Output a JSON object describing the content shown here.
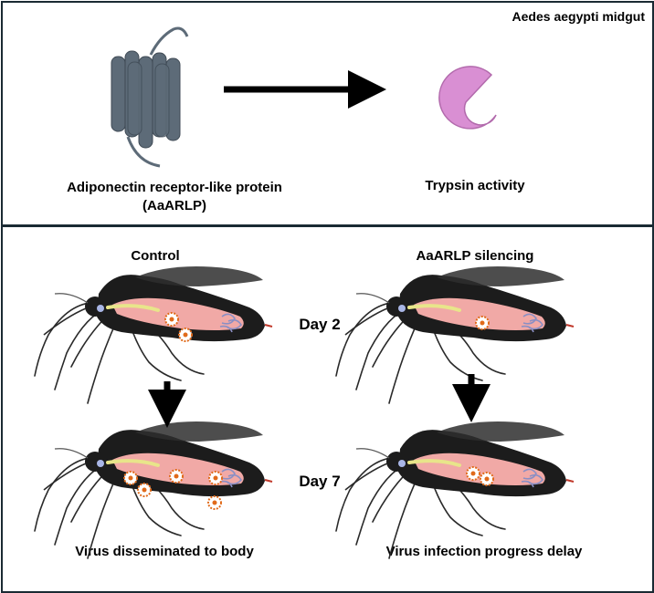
{
  "top_panel": {
    "corner_label": "Aedes aegypti midgut",
    "receptor_label_line1": "Adiponectin receptor-like protein",
    "receptor_label_line2": "(AaARLP)",
    "enzyme_label": "Trypsin activity"
  },
  "bottom_panel": {
    "control_label": "Control",
    "silencing_label": "AaARLP silencing",
    "day2_label": "Day 2",
    "day7_label": "Day 7",
    "control_outcome": "Virus disseminated to body",
    "silencing_outcome": "Virus infection progress delay"
  },
  "colors": {
    "border": "#1a2a33",
    "receptor": "#5d6b78",
    "enzyme": "#d98fd3",
    "mosquito_body": "#1c1c1c",
    "gut": "#f1a9a6",
    "virus": "#e06a1a"
  }
}
